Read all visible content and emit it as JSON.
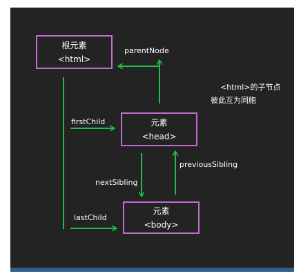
{
  "nodes": {
    "html": {
      "line1": "根元素",
      "line2": "<html>"
    },
    "head": {
      "line1": "元素",
      "line2": "<head>"
    },
    "body": {
      "line1": "元素",
      "line2": "<body>"
    }
  },
  "labels": {
    "parent_node": "parentNode",
    "first_child": "firstChild",
    "last_child": "lastChild",
    "next_sibling": "nextSibling",
    "previous_sibling": "previousSibling",
    "note_line1": "<html>的子节点",
    "note_line2": "彼此互为同胞"
  },
  "colors": {
    "background": "#232323",
    "node_border": "#c66ad3",
    "arrow": "#1fbf4a",
    "bottom_band": "#2f5f88"
  }
}
